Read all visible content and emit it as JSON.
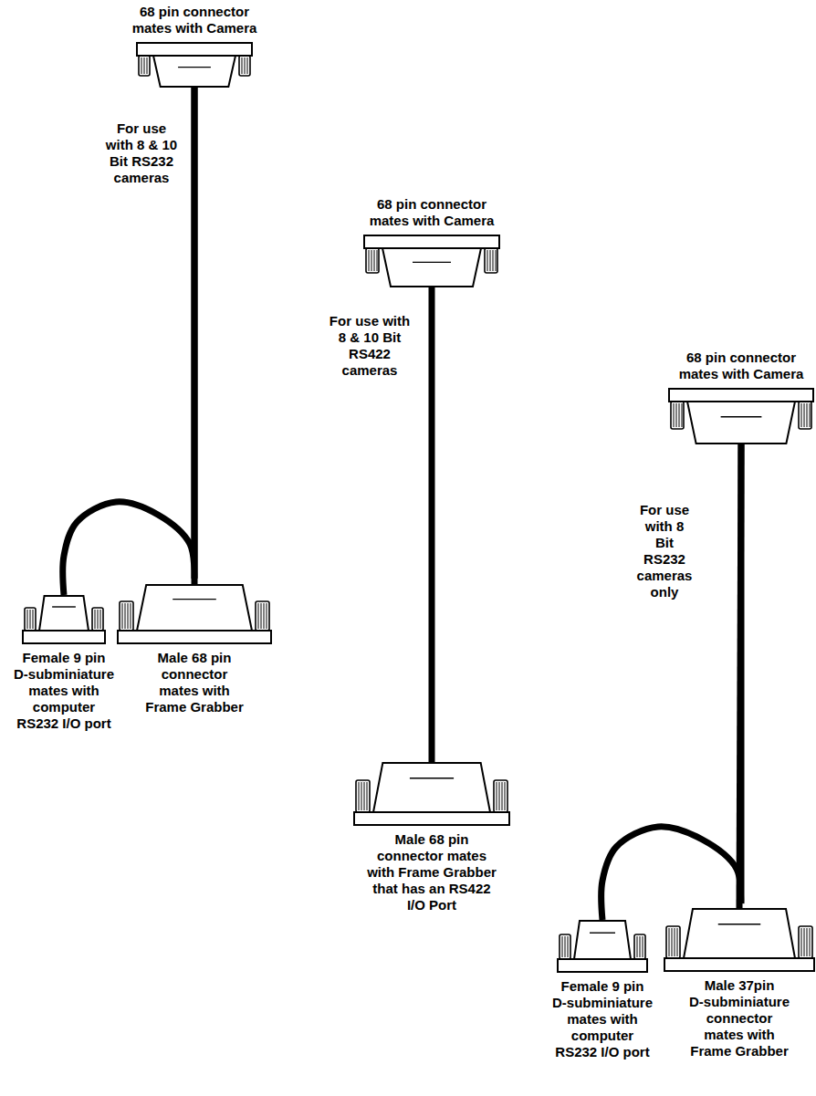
{
  "diagram": {
    "nodes": [
      {
        "text": [
          "68 pin connector mates with Camera"
        ]
      },
      {
        "text": [
          "Female 9 pin D-subminiature mates with computer RS232 I/O port"
        ]
      },
      {
        "text": [
          "Male 68 pin connector mates with Frame Grabber"
        ]
      },
      {
        "text": [
          "68 pin connector mates with Camera"
        ]
      },
      {
        "text": [
          "Male 68 pin connector mates with Frame Grabber that has an RS422 I/O Port"
        ]
      },
      {
        "text": [
          "68 pin connector mates with Camera"
        ]
      },
      {
        "text": [
          "Female 9 pin D-subminiature mates with computer RS232 I/O port"
        ]
      },
      {
        "text": [
          "Male 37pin D-subminiature connector mates with Frame Grabber"
        ]
      }
    ],
    "edges": [
      {
        "from": 0,
        "to": 1,
        "arrow": "none"
      },
      {
        "from": 0,
        "to": 2,
        "arrow": "none"
      },
      {
        "from": 3,
        "to": 4,
        "arrow": "none"
      },
      {
        "from": 5,
        "to": 6,
        "arrow": "none"
      },
      {
        "from": 5,
        "to": 7,
        "arrow": "none"
      }
    ],
    "labels": [
      "For use with 8 & 10 Bit RS232 cameras",
      "For use with 8 & 10 Bit RS422 cameras",
      "For use with 8 Bit RS232 cameras only"
    ]
  }
}
